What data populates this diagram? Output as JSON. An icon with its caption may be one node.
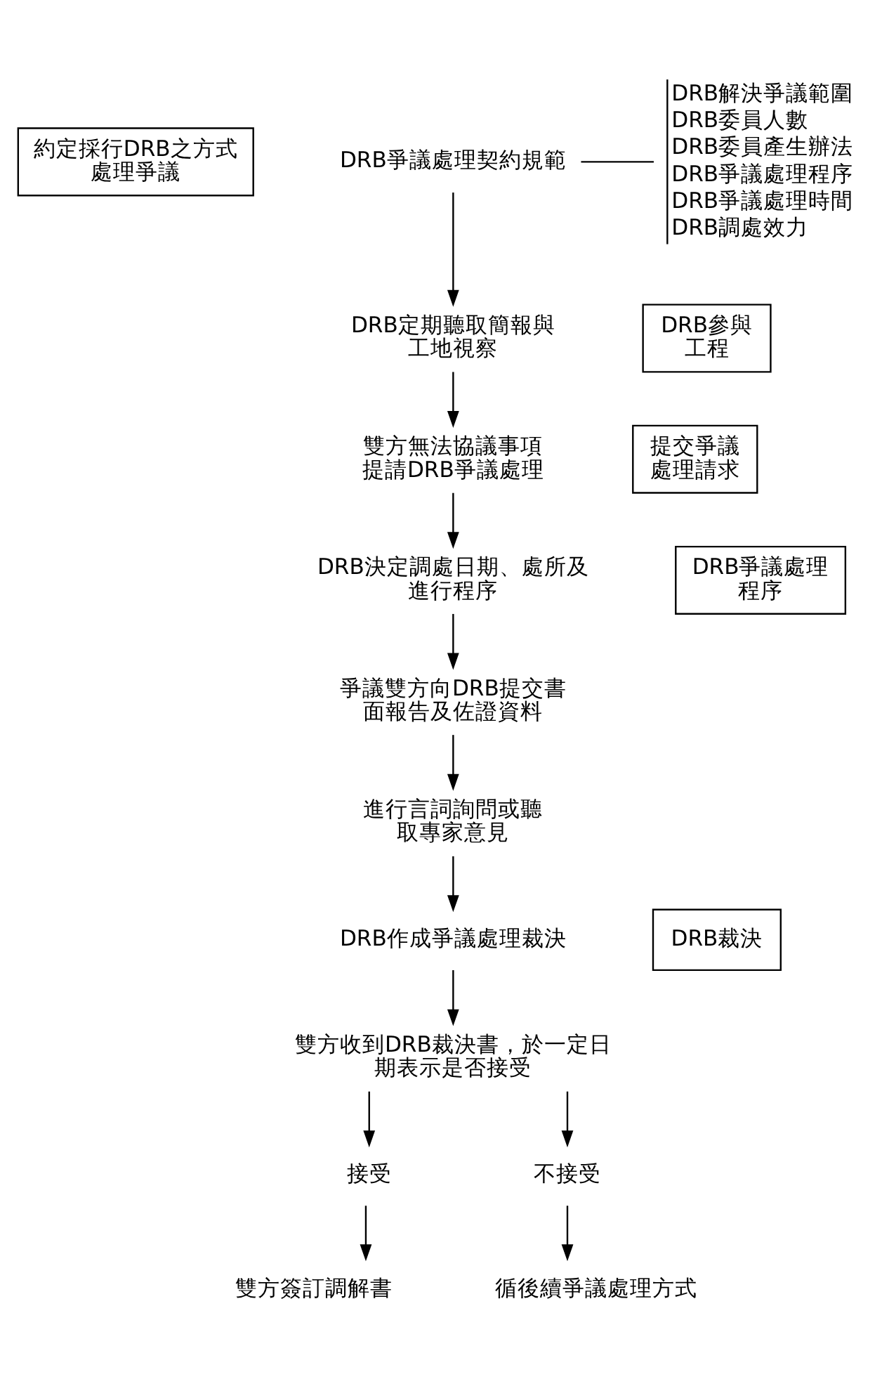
{
  "diagram": {
    "nodes": [
      {
        "text": [
          "約定採行DRB之方式處理爭議"
        ]
      },
      {
        "text": [
          "DRB爭議處理契約規範"
        ]
      },
      {
        "text": [
          "DRB解決爭議範圍",
          "DRB委員人數",
          "DRB委員產生辦法",
          "DRB爭議處理程序",
          "DRB爭議處理時間",
          "DRB調處效力"
        ]
      },
      {
        "text": [
          "DRB參與工程"
        ]
      },
      {
        "text": [
          "DRB定期聽取簡報與工地視察"
        ]
      },
      {
        "text": [
          "提交爭議處理請求"
        ]
      },
      {
        "text": [
          "雙方無法協議事項提請DRB爭議處理"
        ]
      },
      {
        "text": [
          "DRB爭議處理程序"
        ]
      },
      {
        "text": [
          "DRB決定調處日期、處所及進行程序"
        ]
      },
      {
        "text": [
          "爭議雙方向DRB提交書面報告及佐證資料"
        ]
      },
      {
        "text": [
          "進行言詞詢問或聽取專家意見"
        ]
      },
      {
        "text": [
          "DRB裁決"
        ]
      },
      {
        "text": [
          "DRB作成爭議處理裁決"
        ]
      },
      {
        "text": [
          "雙方收到DRB裁決書，於一定日期表示是否接受"
        ]
      },
      {
        "text": [
          "接受"
        ]
      },
      {
        "text": [
          "不接受"
        ]
      },
      {
        "text": [
          "雙方簽訂調解書"
        ]
      },
      {
        "text": [
          "循後續爭議處理方式"
        ]
      }
    ],
    "edges": [
      {
        "from": 1,
        "to": 2,
        "arrow": "none"
      },
      {
        "from": 1,
        "to": 4,
        "arrow": "to"
      },
      {
        "from": 4,
        "to": 6,
        "arrow": "to"
      },
      {
        "from": 6,
        "to": 8,
        "arrow": "to"
      },
      {
        "from": 8,
        "to": 9,
        "arrow": "to"
      },
      {
        "from": 9,
        "to": 10,
        "arrow": "to"
      },
      {
        "from": 10,
        "to": 12,
        "arrow": "to"
      },
      {
        "from": 12,
        "to": 13,
        "arrow": "to"
      },
      {
        "from": 13,
        "to": 14,
        "arrow": "to"
      },
      {
        "from": 13,
        "to": 15,
        "arrow": "to"
      },
      {
        "from": 14,
        "to": 16,
        "arrow": "to"
      },
      {
        "from": 15,
        "to": 17,
        "arrow": "to"
      }
    ]
  }
}
